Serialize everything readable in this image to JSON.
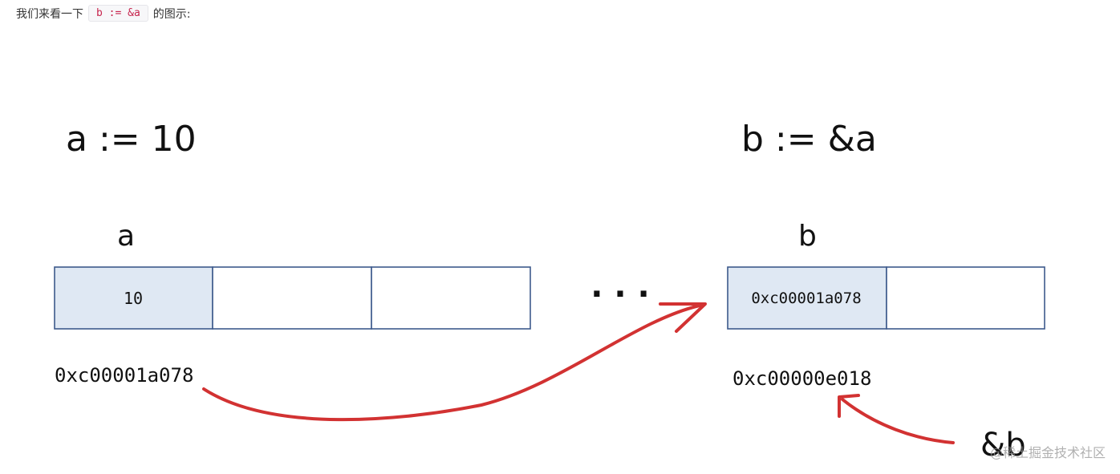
{
  "intro": {
    "before": "我们来看一下",
    "code": "b := &a",
    "after": "的图示:"
  },
  "diagram": {
    "left_statement": "a := 10",
    "right_statement": "b := &a",
    "var_a_label": "a",
    "var_b_label": "b",
    "cell_a_value": "10",
    "cell_b_value": "0xc00001a078",
    "addr_a": "0xc00001a078",
    "addr_b": "0xc00000e018",
    "ellipsis": ". . .",
    "ref_b_label": "&b",
    "colors": {
      "cell_fill": "#dfe8f3",
      "cell_border": "#3d5a8c",
      "arrow": "#d23232"
    }
  },
  "watermark": "@稀土掘金技术社区"
}
